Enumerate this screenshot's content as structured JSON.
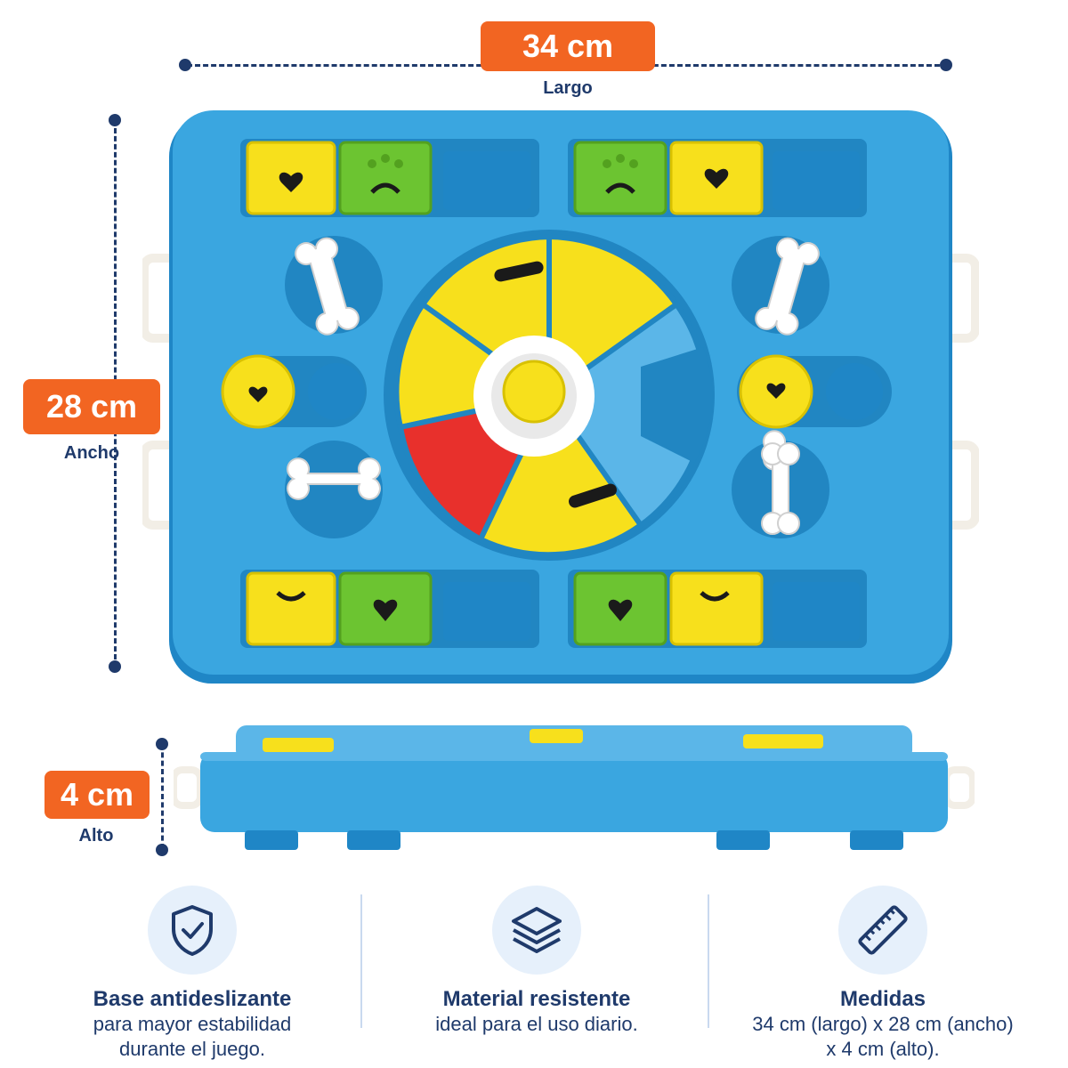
{
  "dimensions": {
    "length": {
      "value": "34 cm",
      "label": "Largo"
    },
    "width": {
      "value": "28 cm",
      "label": "Ancho"
    },
    "height": {
      "value": "4 cm",
      "label": "Alto"
    }
  },
  "colors": {
    "accent": "#f26522",
    "navy": "#1f3a6b",
    "board_blue": "#3aa6e0",
    "yellow": "#f7e01c",
    "green": "#6cc431",
    "red": "#e8302c",
    "icon_bg": "#e6f0fb"
  },
  "features": [
    {
      "icon": "shield-check-icon",
      "title": "Base antideslizante",
      "desc_line1": "para mayor estabilidad",
      "desc_line2": "durante el juego."
    },
    {
      "icon": "layers-icon",
      "title": "Material resistente",
      "desc_line1": "ideal para el uso diario.",
      "desc_line2": ""
    },
    {
      "icon": "ruler-icon",
      "title": "Medidas",
      "desc_line1": "34 cm (largo) x 28 cm (ancho)",
      "desc_line2": "x 4 cm (alto)."
    }
  ]
}
